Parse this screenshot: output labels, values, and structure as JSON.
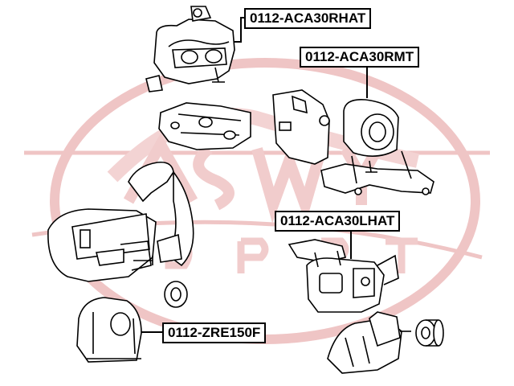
{
  "watermark": {
    "color": "#e8b6b6"
  },
  "parts": [
    {
      "label": "0112-ACA30RHAT"
    },
    {
      "label": "0112-ACA30RMT"
    },
    {
      "label": "0112-ACA30LHAT"
    },
    {
      "label": "0112-ZRE150F"
    }
  ]
}
